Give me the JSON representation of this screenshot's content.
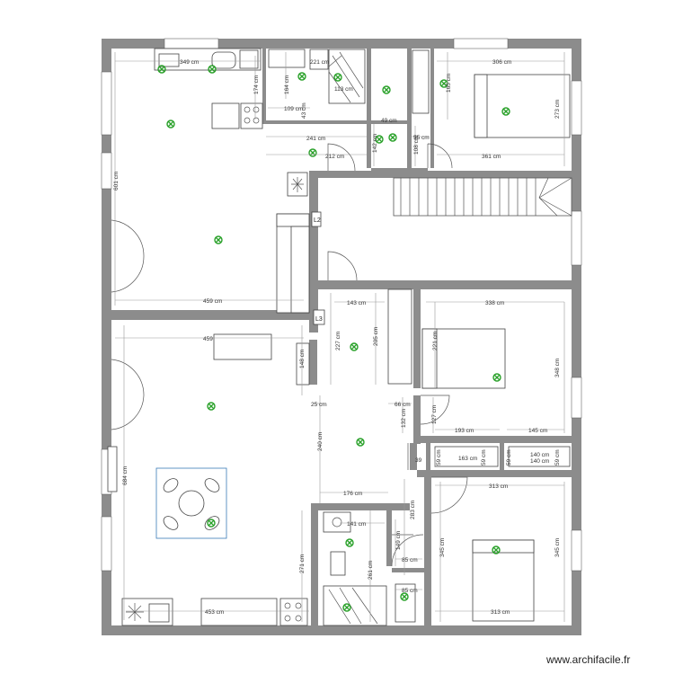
{
  "watermark": "www.archifacile.fr",
  "colors": {
    "wall": "#8c8c8c",
    "dimension": "#9a9a9a",
    "light": "#2aa12a",
    "table": "#3a7ab8"
  },
  "labels": {
    "l2": "L2",
    "l3": "L3"
  },
  "dimensions": [
    {
      "id": "d349a",
      "text": "349 cm"
    },
    {
      "id": "d174",
      "text": "174 cm"
    },
    {
      "id": "d164",
      "text": "164 cm"
    },
    {
      "id": "d221",
      "text": "221 cm"
    },
    {
      "id": "d113",
      "text": "113 cm"
    },
    {
      "id": "d109",
      "text": "109 cm"
    },
    {
      "id": "d43",
      "text": "43 cm"
    },
    {
      "id": "d241",
      "text": "241 cm"
    },
    {
      "id": "d212",
      "text": "212 cm"
    },
    {
      "id": "d142",
      "text": "142 cm"
    },
    {
      "id": "d49",
      "text": "49 cm"
    },
    {
      "id": "d55",
      "text": "55 cm"
    },
    {
      "id": "d108",
      "text": "108 cm"
    },
    {
      "id": "d306",
      "text": "306 cm"
    },
    {
      "id": "d165",
      "text": "165 cm"
    },
    {
      "id": "d273",
      "text": "273 cm"
    },
    {
      "id": "d361",
      "text": "361 cm"
    },
    {
      "id": "d601",
      "text": "601 cm"
    },
    {
      "id": "d459a",
      "text": "459 cm"
    },
    {
      "id": "d459b",
      "text": "459"
    },
    {
      "id": "d143",
      "text": "143 cm"
    },
    {
      "id": "d338",
      "text": "338 cm"
    },
    {
      "id": "d227",
      "text": "227 cm"
    },
    {
      "id": "d205",
      "text": "205 cm"
    },
    {
      "id": "d148",
      "text": "148 cm"
    },
    {
      "id": "d221b",
      "text": "221 cm"
    },
    {
      "id": "d348",
      "text": "348 cm"
    },
    {
      "id": "d25",
      "text": "25 cm"
    },
    {
      "id": "d66",
      "text": "66 cm"
    },
    {
      "id": "d132",
      "text": "132 cm"
    },
    {
      "id": "d127",
      "text": "127 cm"
    },
    {
      "id": "d193",
      "text": "193 cm"
    },
    {
      "id": "d145",
      "text": "145 cm"
    },
    {
      "id": "d240",
      "text": "240 cm"
    },
    {
      "id": "d684",
      "text": "684 cm"
    },
    {
      "id": "d39",
      "text": "39"
    },
    {
      "id": "d59a",
      "text": "59 cm"
    },
    {
      "id": "d163",
      "text": "163 cm"
    },
    {
      "id": "d59b",
      "text": "59 cm"
    },
    {
      "id": "d59c",
      "text": "59 cm"
    },
    {
      "id": "d140a",
      "text": "140 cm"
    },
    {
      "id": "d140b",
      "text": "140 cm"
    },
    {
      "id": "d59d",
      "text": "59 cm"
    },
    {
      "id": "d176",
      "text": "176 cm"
    },
    {
      "id": "d313a",
      "text": "313 cm"
    },
    {
      "id": "d141",
      "text": "141 cm"
    },
    {
      "id": "d283",
      "text": "283 cm"
    },
    {
      "id": "d149",
      "text": "149 cm"
    },
    {
      "id": "d271",
      "text": "271 cm"
    },
    {
      "id": "d261",
      "text": "261 cm"
    },
    {
      "id": "d85a",
      "text": "85 cm"
    },
    {
      "id": "d345a",
      "text": "345 cm"
    },
    {
      "id": "d345b",
      "text": "345 cm"
    },
    {
      "id": "d85b",
      "text": "85 cm"
    },
    {
      "id": "d453",
      "text": "453 cm"
    },
    {
      "id": "d313b",
      "text": "313 cm"
    }
  ]
}
